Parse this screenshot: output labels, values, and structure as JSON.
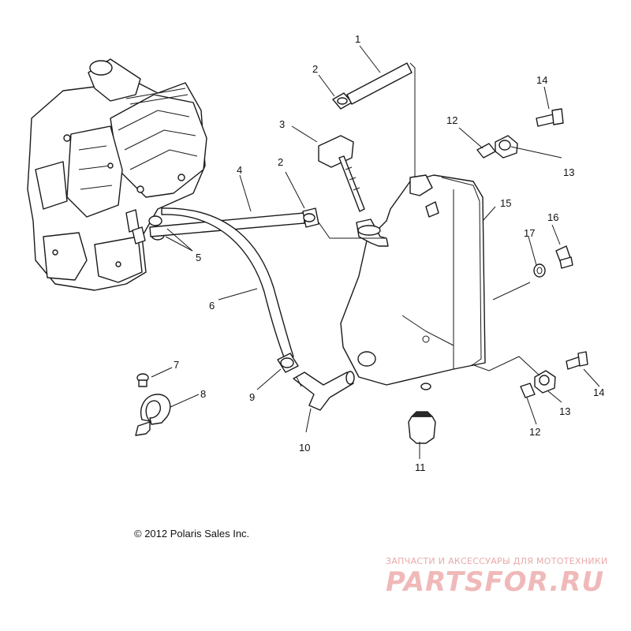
{
  "callouts": [
    "1",
    "2",
    "3",
    "2",
    "4",
    "5",
    "6",
    "7",
    "8",
    "9",
    "10",
    "11",
    "12",
    "13",
    "14",
    "15",
    "16",
    "17",
    "12",
    "13",
    "14"
  ],
  "copyright": "© 2012 Polaris Sales Inc.",
  "watermark": {
    "subtitle": "ЗАПЧАСТИ И АКСЕССУАРЫ ДЛЯ МОТОТЕХНИКИ",
    "logo": "PARTSFOR.RU"
  }
}
